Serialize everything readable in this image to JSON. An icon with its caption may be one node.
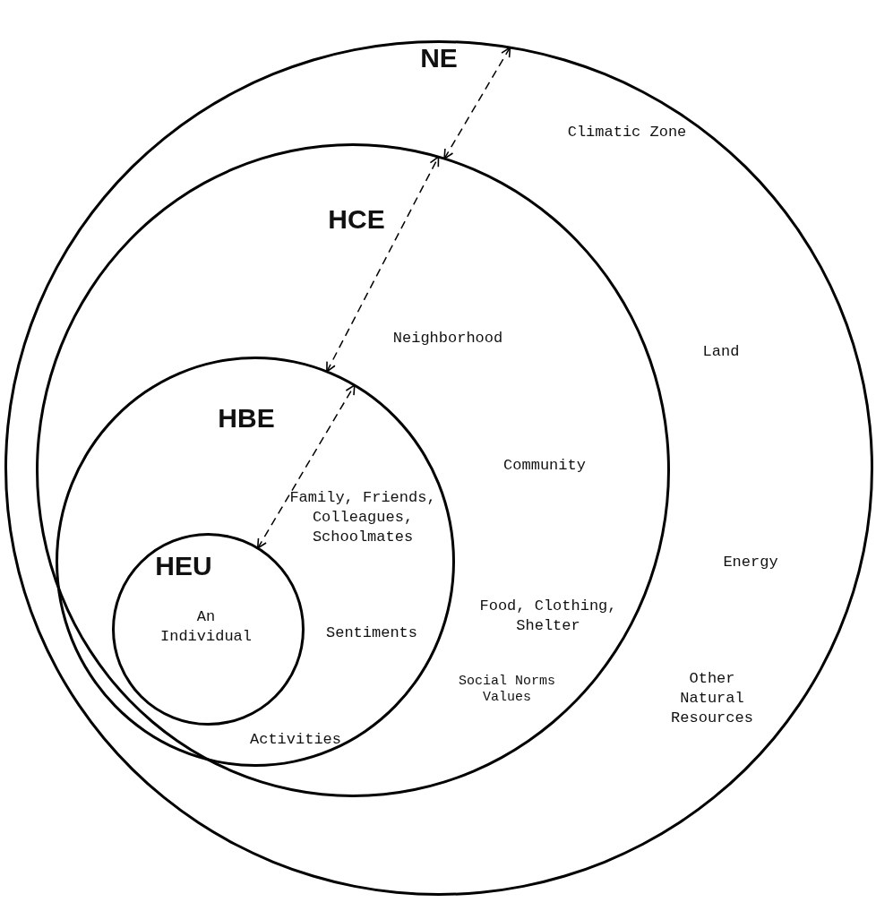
{
  "diagram": {
    "nodes": [
      {
        "text": [
          "NE",
          "Climatic Zone",
          "Land",
          "Energy",
          "Other Natural Resources"
        ]
      },
      {
        "text": [
          "HCE",
          "Neighborhood",
          "Community",
          "Food, Clothing, Shelter",
          "Social Norms Values"
        ],
        "in": 0
      },
      {
        "text": [
          "HBE",
          "Family, Friends, Colleagues, Schoolmates",
          "Sentiments",
          "Activities"
        ],
        "in": 1
      },
      {
        "text": [
          "HEU",
          "An Individual"
        ],
        "in": 2
      }
    ],
    "edges": [
      {
        "from": 3,
        "to": 2,
        "arrow": "both",
        "style": "dashed"
      },
      {
        "from": 2,
        "to": 1,
        "arrow": "both",
        "style": "dashed"
      },
      {
        "from": 1,
        "to": 0,
        "arrow": "both",
        "style": "dashed"
      }
    ]
  }
}
